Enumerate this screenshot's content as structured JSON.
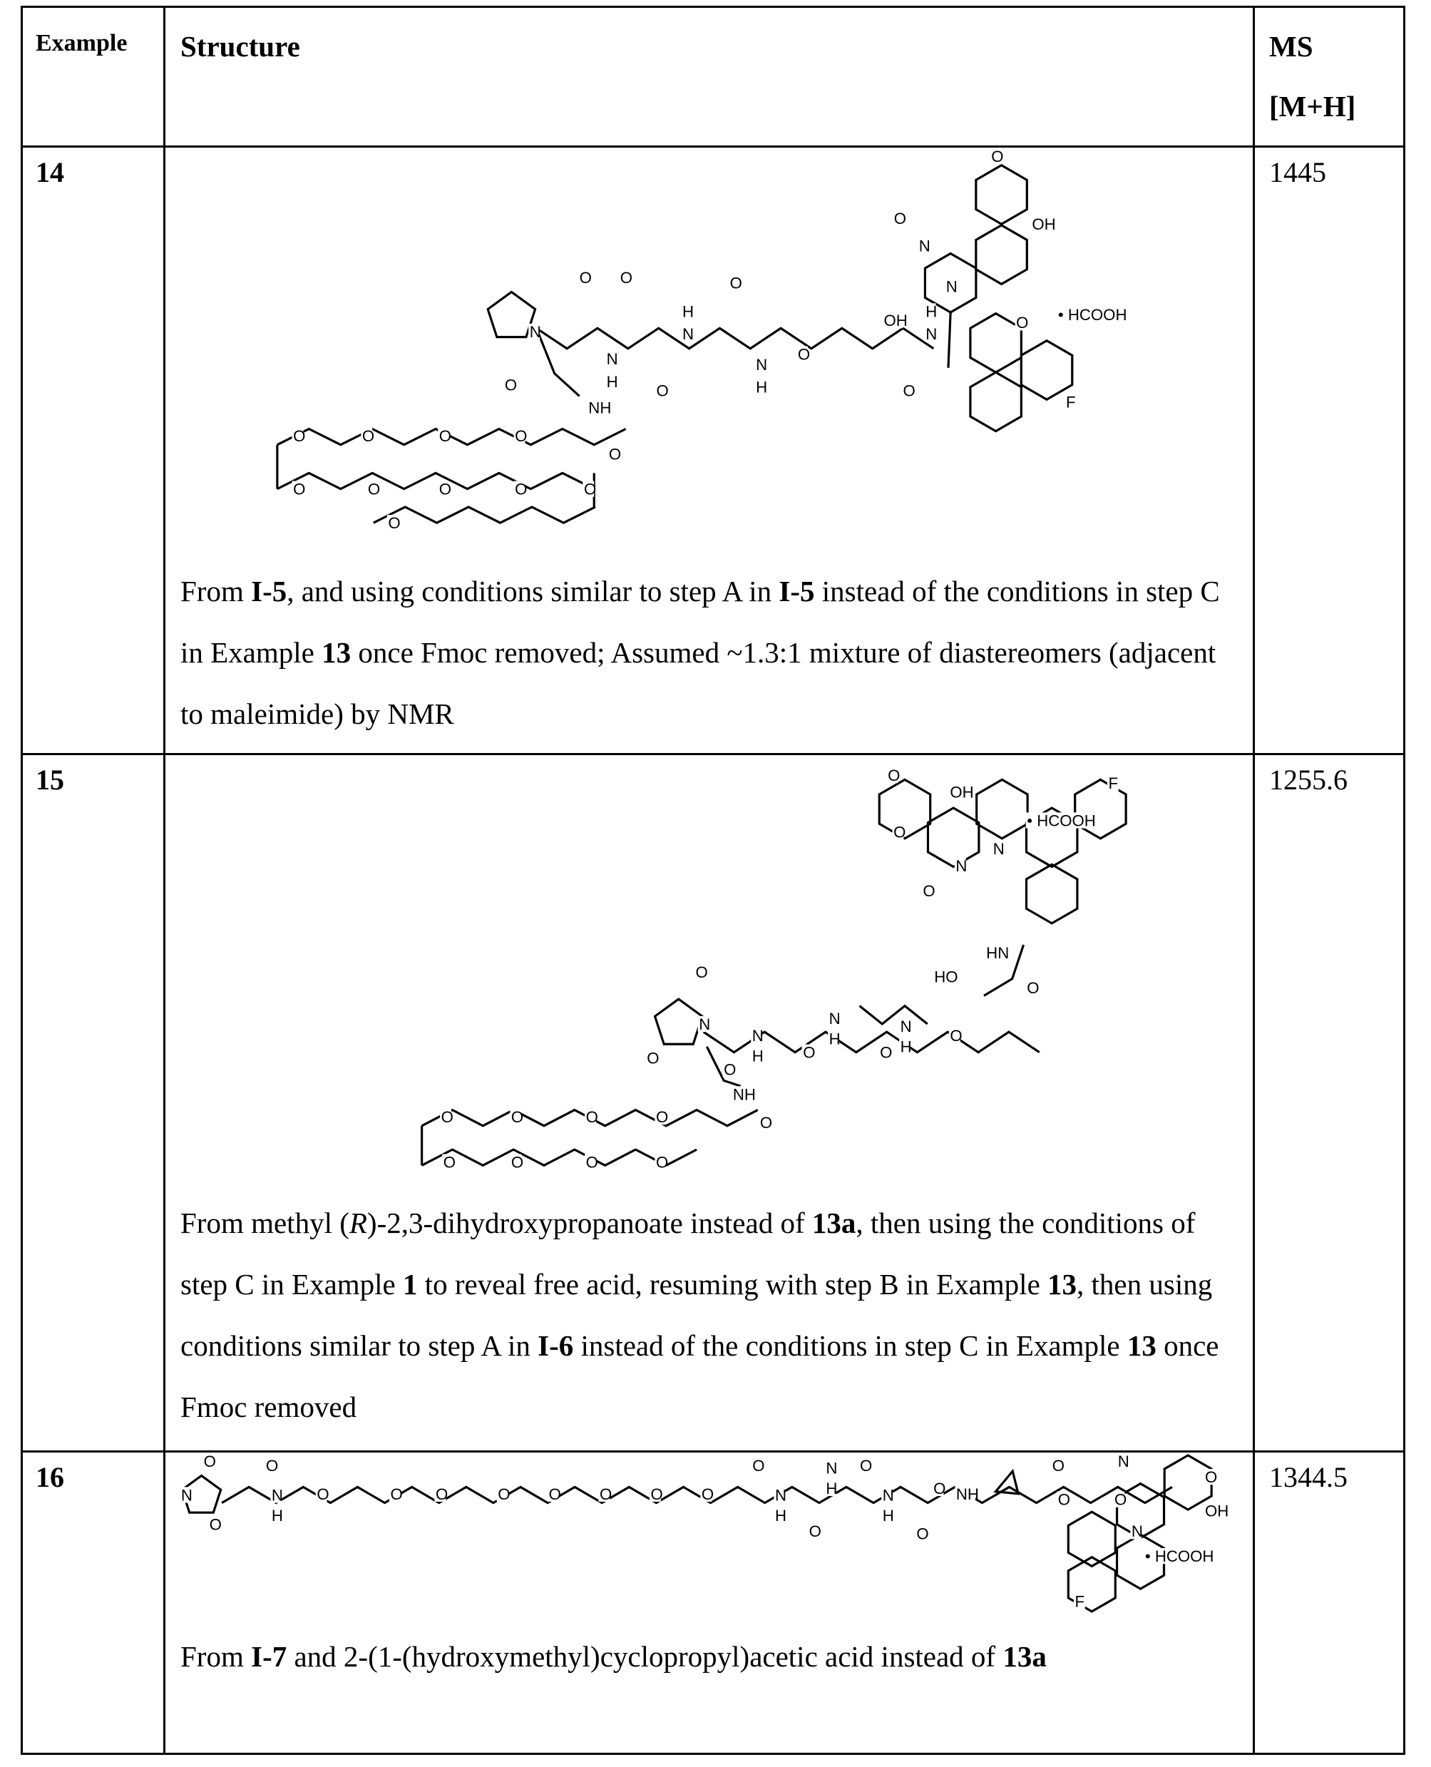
{
  "table": {
    "headers": {
      "example": "Example",
      "structure": "Structure",
      "ms_line1": "MS",
      "ms_line2": "[M+H]"
    },
    "rows": [
      {
        "example": "14",
        "ms": "1445",
        "note_parts": [
          "From ",
          "I-5",
          ", and using conditions similar to step A in ",
          "I-5",
          " instead of the conditions in step C in Example ",
          "13",
          " once Fmoc removed; Assumed ~1.3:1 mixture of diastereomers (adjacent to maleimide) by NMR"
        ],
        "structure_labels": [
          "O",
          "O",
          "N",
          "O",
          "H",
          "N",
          "O",
          "H",
          "N",
          "O",
          "H",
          "N",
          "O",
          "OH",
          "O",
          "H",
          "N",
          "NH",
          "O",
          "O",
          "O",
          "O",
          "O",
          "O",
          "O",
          "O",
          "O",
          "O",
          "O",
          "N",
          "N",
          "O",
          "O",
          "O",
          "OH",
          "F",
          "• HCOOH"
        ]
      },
      {
        "example": "15",
        "ms": "1255.6",
        "note_parts": [
          "From methyl (",
          "R",
          ")-2,3-dihydroxypropanoate instead of ",
          "13a",
          ", then using the conditions of step C in Example ",
          "1",
          " to reveal free acid, resuming with step B in Example ",
          "13",
          ", then using conditions similar to step A in ",
          "I-6",
          " instead of the conditions in step C in Example ",
          "13",
          " once Fmoc removed"
        ],
        "structure_labels": [
          "O",
          "OH",
          "O",
          "O",
          "• HCOOH",
          "N",
          "F",
          "N",
          "HN",
          "HO",
          "O",
          "O",
          "O",
          "N",
          "O",
          "N",
          "H",
          "O",
          "N",
          "H",
          "O",
          "N",
          "H",
          "O",
          "NH",
          "O",
          "O",
          "O",
          "O",
          "O",
          "O",
          "O",
          "O",
          "O"
        ]
      },
      {
        "example": "16",
        "ms": "1344.5",
        "note_parts": [
          "From ",
          "I-7",
          " and 2-(1-(hydroxymethyl)cyclopropyl)acetic acid instead of ",
          "13a"
        ],
        "structure_labels": [
          "O",
          "N",
          "O",
          "O",
          "N",
          "H",
          "O",
          "O",
          "O",
          "O",
          "O",
          "O",
          "O",
          "O",
          "O",
          "N",
          "H",
          "O",
          "N",
          "H",
          "O",
          "N",
          "H",
          "O",
          "O",
          "NH",
          "O",
          "O",
          "N",
          "O",
          "O",
          "OH",
          "N",
          "• HCOOH",
          "F"
        ]
      }
    ]
  }
}
